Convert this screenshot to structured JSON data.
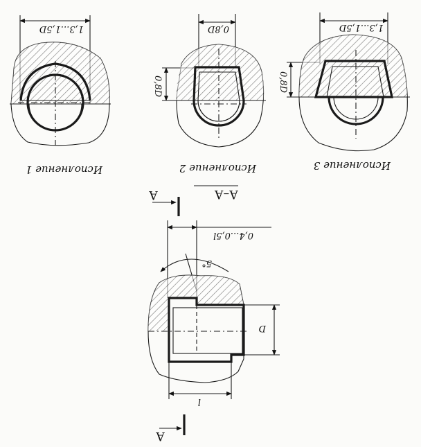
{
  "variant1": {
    "caption": "Исполнение 1",
    "width_label": "1,3...1,5D"
  },
  "variant2": {
    "caption": "Исполнение 2",
    "width_label": "0,8D",
    "height_label": "0,8D"
  },
  "variant3": {
    "caption": "Исполнение 3",
    "width_label": "1,3...1,5D",
    "height_label": "0,8D"
  },
  "section": {
    "title": "А–А",
    "cut_label": "А",
    "offset_label": "0,4...0,5l",
    "angle_label": "5°",
    "diameter_label": "D",
    "length_label": "l"
  },
  "colors": {
    "ink": "#1a1a1a",
    "paper": "#fbfbf9"
  }
}
